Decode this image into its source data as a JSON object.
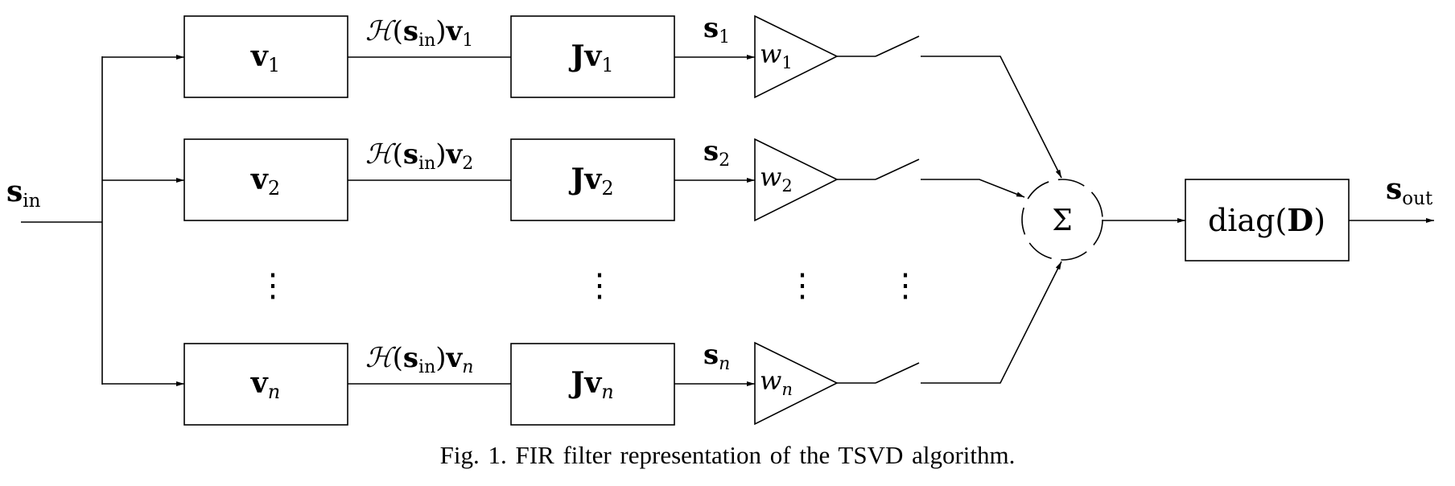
{
  "input": {
    "base": "s",
    "sub": "in"
  },
  "output": {
    "base": "s",
    "sub": "out"
  },
  "branches": [
    {
      "v_label": {
        "base": "v",
        "sub": "1"
      },
      "h_label": {
        "base": "v",
        "sub": "1"
      },
      "jv_label": {
        "base": "Jv",
        "sub": "1"
      },
      "s_label": {
        "base": "s",
        "sub": "1"
      },
      "w_label": {
        "base": "w",
        "sub": "1"
      }
    },
    {
      "v_label": {
        "base": "v",
        "sub": "2"
      },
      "h_label": {
        "base": "v",
        "sub": "2"
      },
      "jv_label": {
        "base": "Jv",
        "sub": "2"
      },
      "s_label": {
        "base": "s",
        "sub": "2"
      },
      "w_label": {
        "base": "w",
        "sub": "2"
      }
    },
    {
      "v_label": {
        "base": "v",
        "sub": "n"
      },
      "h_label": {
        "base": "v",
        "sub": "n"
      },
      "jv_label": {
        "base": "Jv",
        "sub": "n"
      },
      "s_label": {
        "base": "s",
        "sub": "n"
      },
      "w_label": {
        "base": "w",
        "sub": "n"
      }
    }
  ],
  "h_operator": {
    "symbol": "ℋ",
    "open": "(",
    "arg_base": "s",
    "arg_sub": "in",
    "close": ")"
  },
  "sum_symbol": "Σ",
  "dots": "⋮",
  "diag_block": {
    "func": "diag(",
    "arg": "D",
    "close": ")"
  },
  "caption": "Fig. 1.   FIR filter representation of the TSVD algorithm."
}
